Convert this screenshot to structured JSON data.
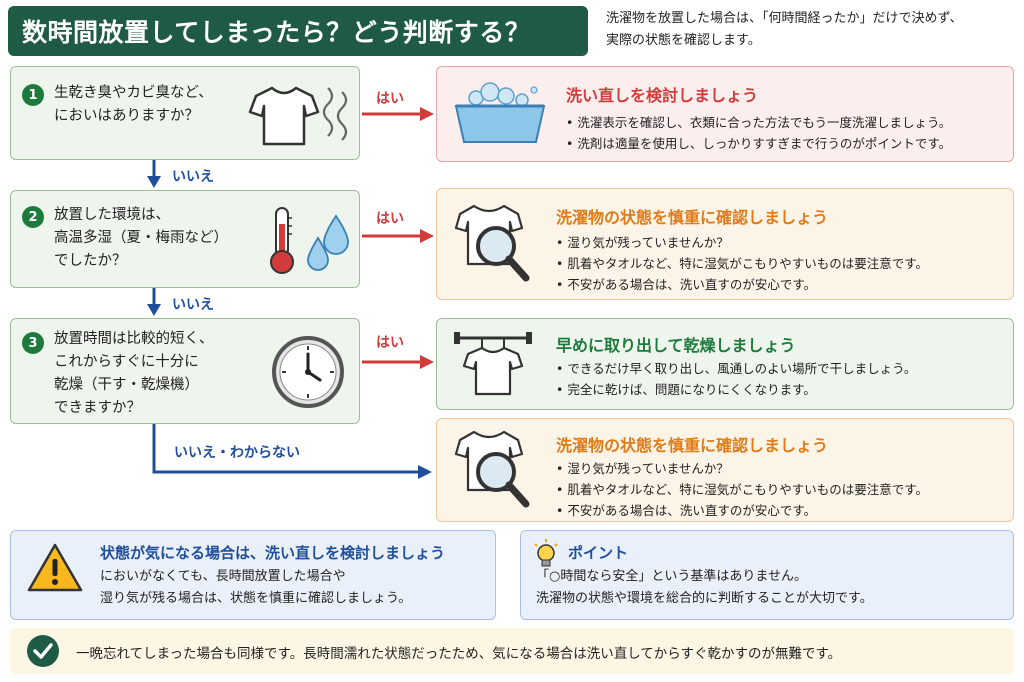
{
  "header": {
    "title": "数時間放置してしまったら？どう判断する？",
    "intro_line1": "洗濯物を放置した場合は、「何時間経ったか」だけで決めず、",
    "intro_line2": "実際の状態を確認します。"
  },
  "labels": {
    "yes": "はい",
    "no": "いいえ",
    "no_unknown": "いいえ・わからない"
  },
  "questions": [
    {
      "num": "1",
      "lines": [
        "生乾き臭やカビ臭など、",
        "においはありますか？"
      ]
    },
    {
      "num": "2",
      "lines": [
        "放置した環境は、",
        "高温多湿（夏・梅雨など）",
        "でしたか？"
      ]
    },
    {
      "num": "3",
      "lines": [
        "放置時間は比較的短く、",
        "これからすぐに十分に",
        "乾燥（干す・乾燥機）",
        "できますか？"
      ]
    }
  ],
  "answers": [
    {
      "title": "洗い直しを検討しましょう",
      "items": [
        "洗濯表示を確認し、衣類に合った方法でもう一度洗濯しましょう。",
        "洗剤は適量を使用し、しっかりすすぎまで行うのがポイントです。"
      ]
    },
    {
      "title": "洗濯物の状態を慎重に確認しましょう",
      "items": [
        "湿り気が残っていませんか？",
        "肌着やタオルなど、特に湿気がこもりやすいものは要注意です。",
        "不安がある場合は、洗い直すのが安心です。"
      ]
    },
    {
      "title": "早めに取り出して乾燥しましょう",
      "items": [
        "できるだけ早く取り出し、風通しのよい場所で干しましょう。",
        "完全に乾けば、問題になりにくくなります。"
      ]
    },
    {
      "title": "洗濯物の状態を慎重に確認しましょう",
      "items": [
        "湿り気が残っていませんか？",
        "肌着やタオルなど、特に湿気がこもりやすいものは要注意です。",
        "不安がある場合は、洗い直すのが安心です。"
      ]
    }
  ],
  "warning": {
    "title": "状態が気になる場合は、洗い直しを検討しましょう",
    "line1": "においがなくても、長時間放置した場合や",
    "line2": "湿り気が残る場合は、状態を慎重に確認しましょう。"
  },
  "point": {
    "title": "ポイント",
    "line1": "「○時間なら安全」という基準はありません。",
    "line2": "洗濯物の状態や環境を総合的に判断することが大切です。"
  },
  "footer": {
    "text": "一晩忘れてしまった場合も同様です。長時間濡れた状態だったため、気になる場合は洗い直してからすぐ乾かすのが無難です。"
  },
  "colors": {
    "header_bg": "#1e5a44",
    "yes_arrow": "#d23b3b",
    "no_arrow": "#1f4e9b",
    "title_red": "#d23b3b",
    "title_orange": "#e07b18",
    "title_green": "#1e7a3c"
  },
  "icons": [
    "tshirt-icon",
    "odor-wave-icon",
    "thermometer-icon",
    "water-drop-icon",
    "clock-icon",
    "wash-basin-icon",
    "magnifier-icon",
    "hanging-shirt-icon",
    "warning-icon",
    "lightbulb-icon",
    "check-circle-icon"
  ]
}
